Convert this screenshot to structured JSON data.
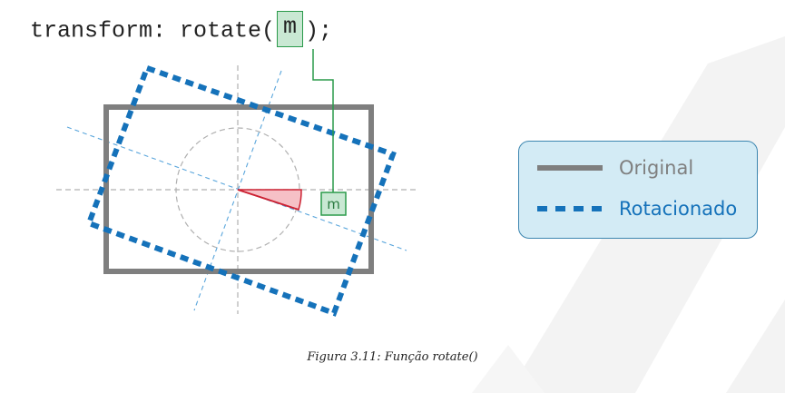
{
  "code": {
    "prefix": "transform: rotate(",
    "param": "m",
    "suffix": ");"
  },
  "diagram": {
    "angle_label": "m"
  },
  "legend": {
    "original_label": "Original",
    "rotated_label": "Rotacionado"
  },
  "colors": {
    "original": "#7f7f7f",
    "rotated": "#1572ba",
    "angle_fill": "#f6c0c6",
    "angle_stroke": "#cc2233",
    "param_fill": "#c9e8d3",
    "param_stroke": "#2a9a4a",
    "legend_bg": "#d3ebf5"
  },
  "caption": "Figura 3.11: Função rotate()"
}
